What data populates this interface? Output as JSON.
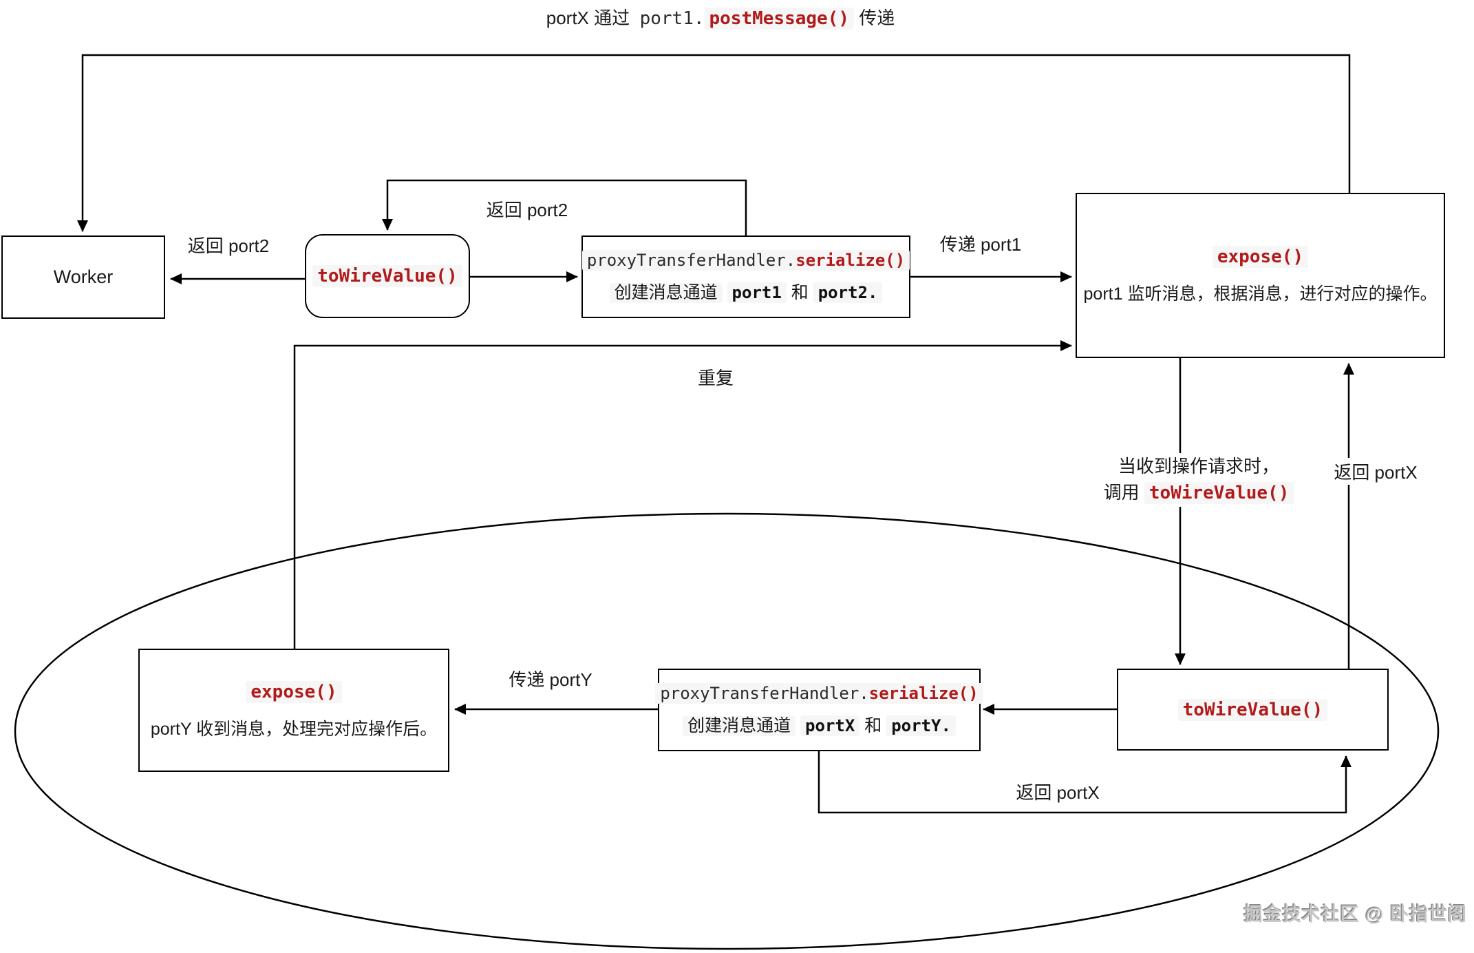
{
  "top_flow_label": {
    "prefix": "portX 通过",
    "code_plain": "port1.",
    "code_red": "postMessage()",
    "suffix": "传递"
  },
  "nodes": {
    "worker": {
      "label": "Worker"
    },
    "to_wire_value_top": {
      "title": "toWireValue()"
    },
    "serialize_top": {
      "title_plain": "proxyTransferHandler.",
      "title_red": "serialize()",
      "desc_prefix": "创建消息通道",
      "port_a": "port1",
      "conjunction": "和",
      "port_b": "port2."
    },
    "expose_top": {
      "title": "expose()",
      "desc": "port1 监听消息，根据消息，进行对应的操作。"
    },
    "expose_bottom": {
      "title": "expose()",
      "desc": "portY 收到消息，处理完对应操作后。"
    },
    "serialize_bottom": {
      "title_plain": "proxyTransferHandler.",
      "title_red": "serialize()",
      "desc_prefix": "创建消息通道",
      "port_a": "portX",
      "conjunction": "和",
      "port_b": "portY."
    },
    "to_wire_value_bottom": {
      "title": "toWireValue()"
    }
  },
  "edge_labels": {
    "return_port2_to_worker": "返回 port2",
    "return_port2_loop": "返回 port2",
    "pass_port1": "传递 port1",
    "repeat": "重复",
    "on_request_line1": "当收到操作请求时，",
    "on_request_prefix": "调用",
    "on_request_code": "toWireValue()",
    "return_portx_right": "返回 portX",
    "pass_porty": "传递 portY",
    "return_portx_bottom": "返回 portX"
  },
  "watermark": "掘金技术社区 @ 卧指世阁",
  "colors": {
    "code_red": "#b11a1a",
    "code_background": "#f6f6f6",
    "line": "#000000",
    "text": "#1a1a1a",
    "watermark_gray": "#c6c6c6"
  }
}
